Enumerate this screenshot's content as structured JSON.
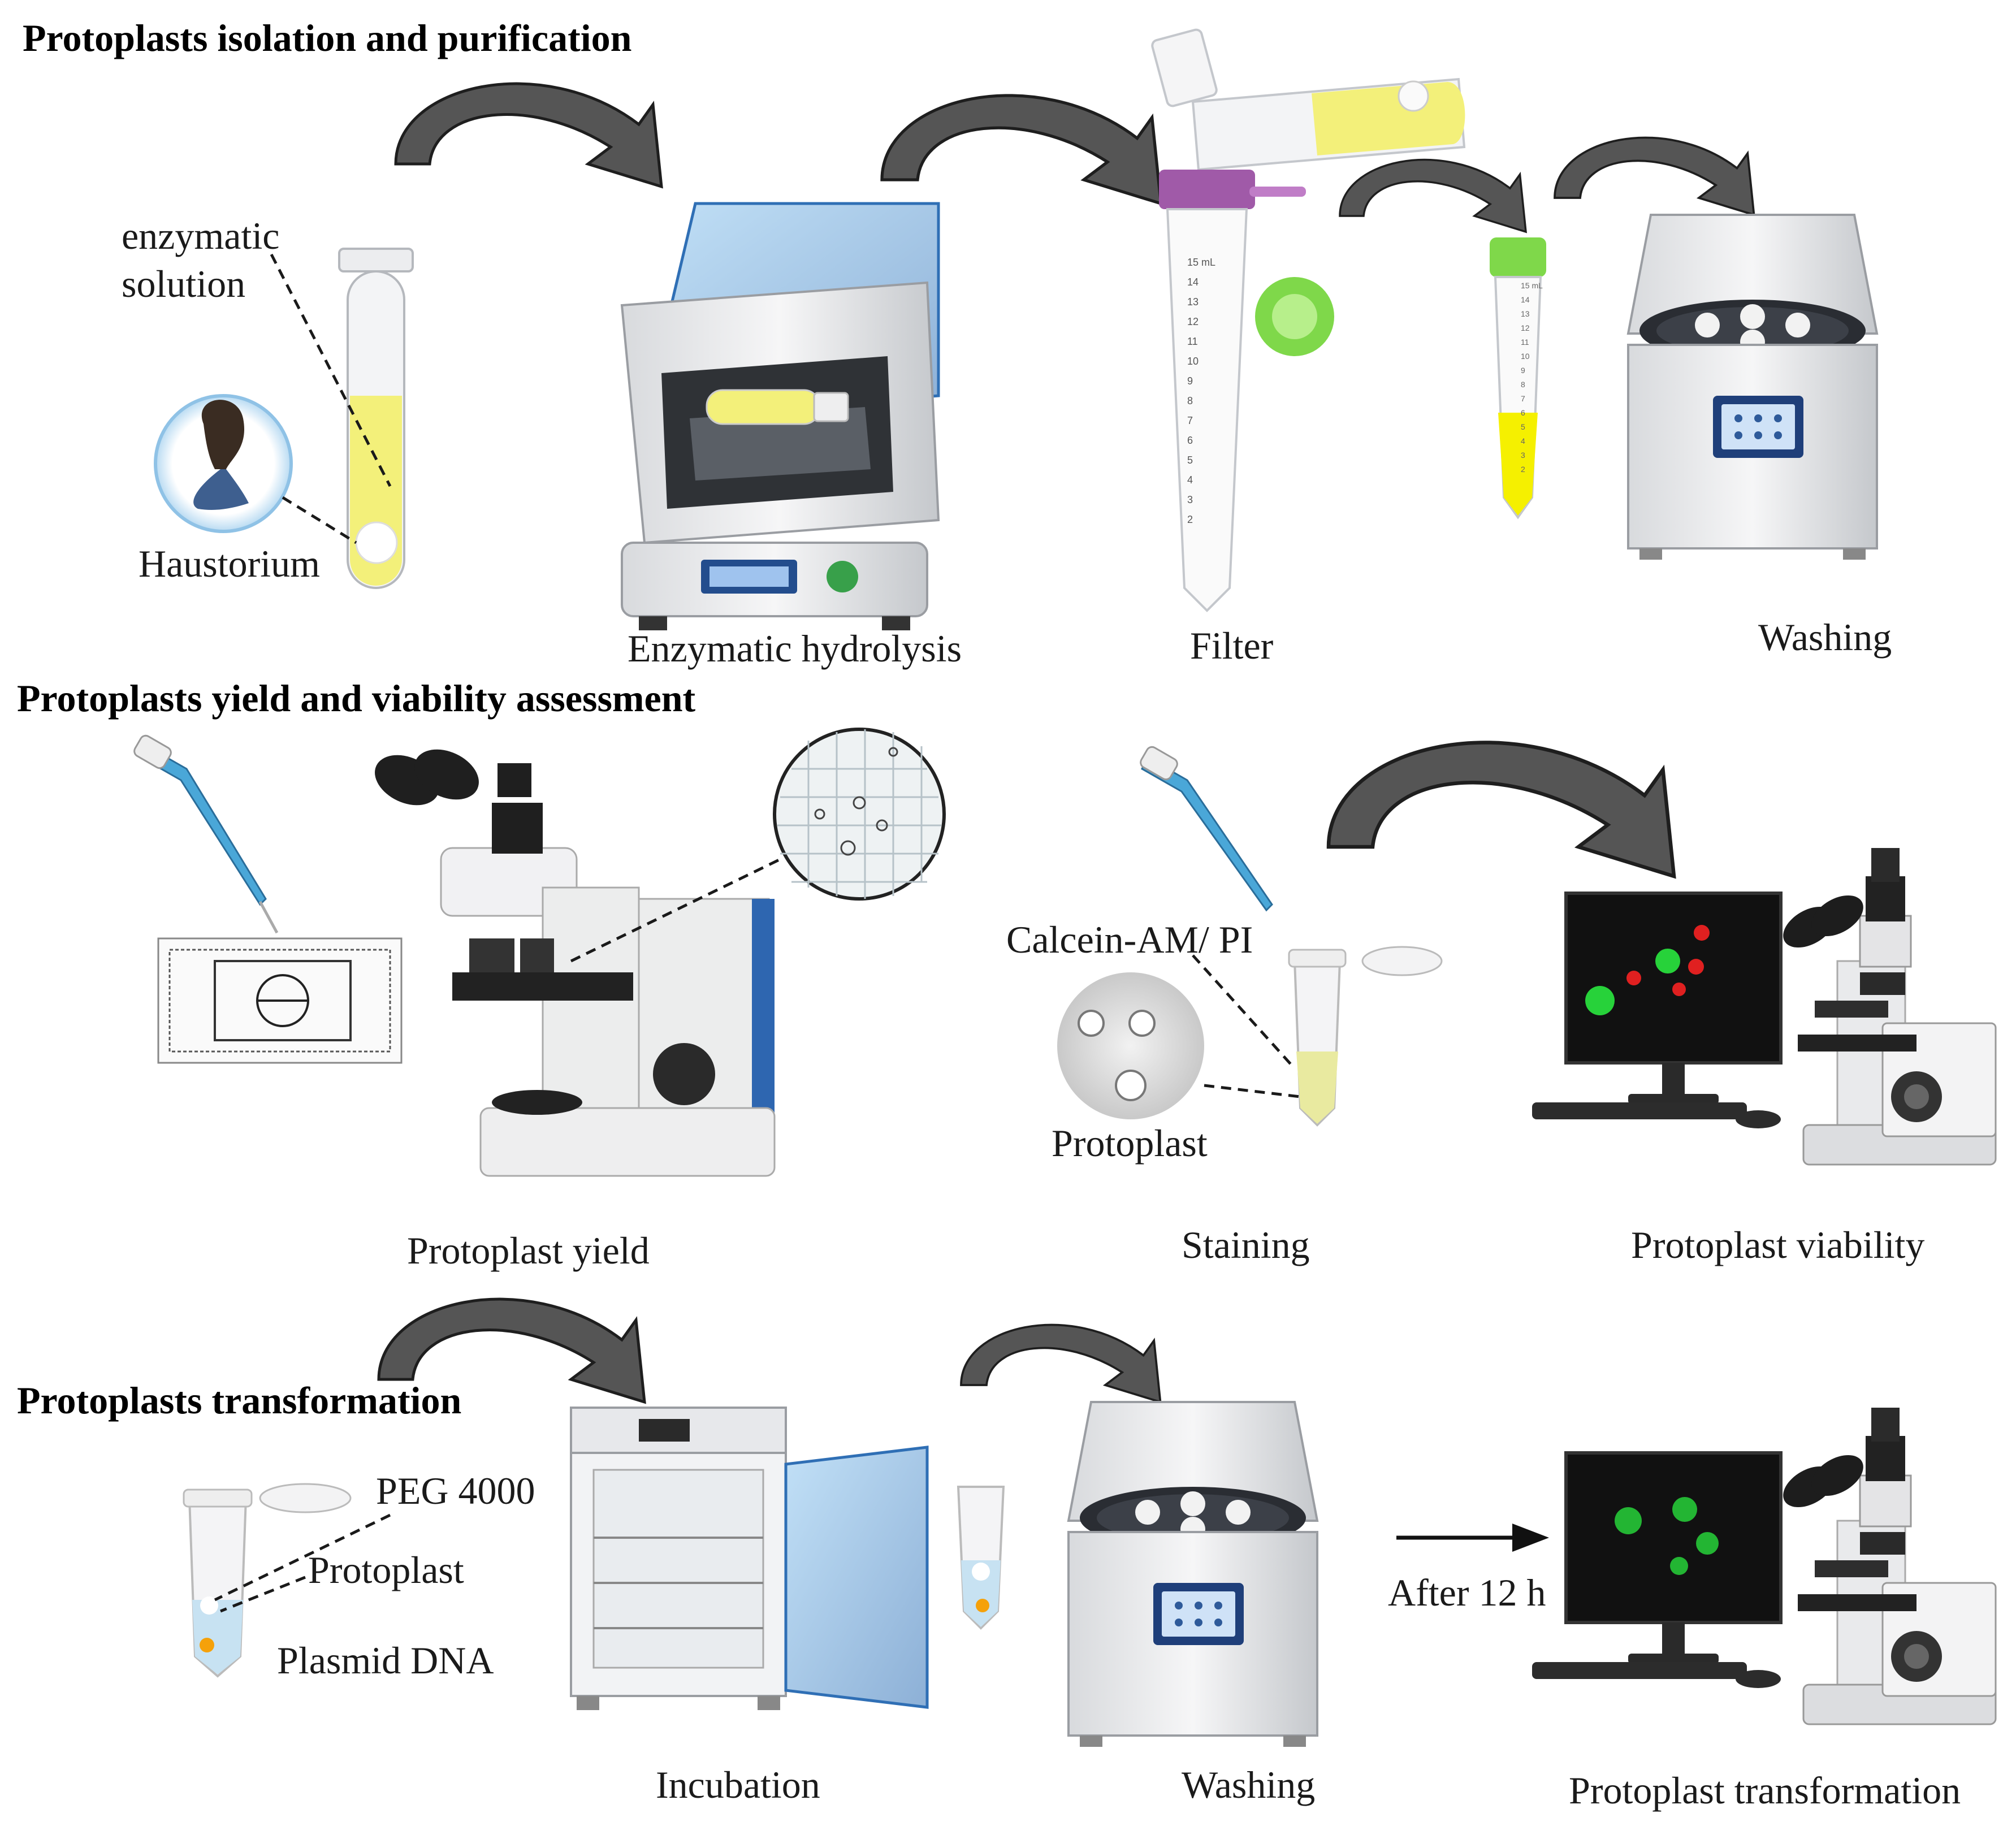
{
  "sections": [
    {
      "title": "Protoplasts isolation and purification"
    },
    {
      "title": "Protoplasts yield and viability assessment"
    },
    {
      "title": "Protoplasts transformation"
    }
  ],
  "labels": {
    "enzymatic_solution_1": "enzymatic",
    "enzymatic_solution_2": "solution",
    "haustorium": "Haustorium",
    "enzymatic_hydrolysis": "Enzymatic hydrolysis",
    "filter": "Filter",
    "washing_1": "Washing",
    "calcein": "Calcein-AM/ PI",
    "protoplast_stain": "Protoplast",
    "protoplast_yield": "Protoplast yield",
    "staining": "Staining",
    "protoplast_viability": "Protoplast viability",
    "peg": "PEG 4000",
    "protoplast_tx": "Protoplast",
    "plasmid": "Plasmid DNA",
    "incubation": "Incubation",
    "washing_2": "Washing",
    "after_12h": "After 12 h",
    "protoplast_transformation": "Protoplast transformation"
  },
  "tube_scale_1": [
    "15 mL",
    "14",
    "13",
    "12",
    "11",
    "10",
    "9",
    "8",
    "7",
    "6",
    "5",
    "4",
    "3",
    "2"
  ],
  "tube_scale_2": [
    "15 mL",
    "14",
    "13",
    "12",
    "11",
    "10",
    "9",
    "8",
    "7",
    "6",
    "5",
    "4",
    "3",
    "2"
  ],
  "colors": {
    "arrow": "#555555",
    "yellow_solution": "#f3f07a",
    "bright_yellow": "#f5f000",
    "green_cap": "#7fd84a",
    "purple_cap": "#a05aa8",
    "instrument_blue": "#2e5a9a",
    "fluor_green": "#27d23a",
    "fluor_red": "#e02020"
  },
  "icons": [
    "eppendorf-tube",
    "orbital-shaker",
    "falcon-tube",
    "centrifuge",
    "microscope",
    "pipette",
    "hemocytometer",
    "computer-monitor",
    "incubator"
  ]
}
